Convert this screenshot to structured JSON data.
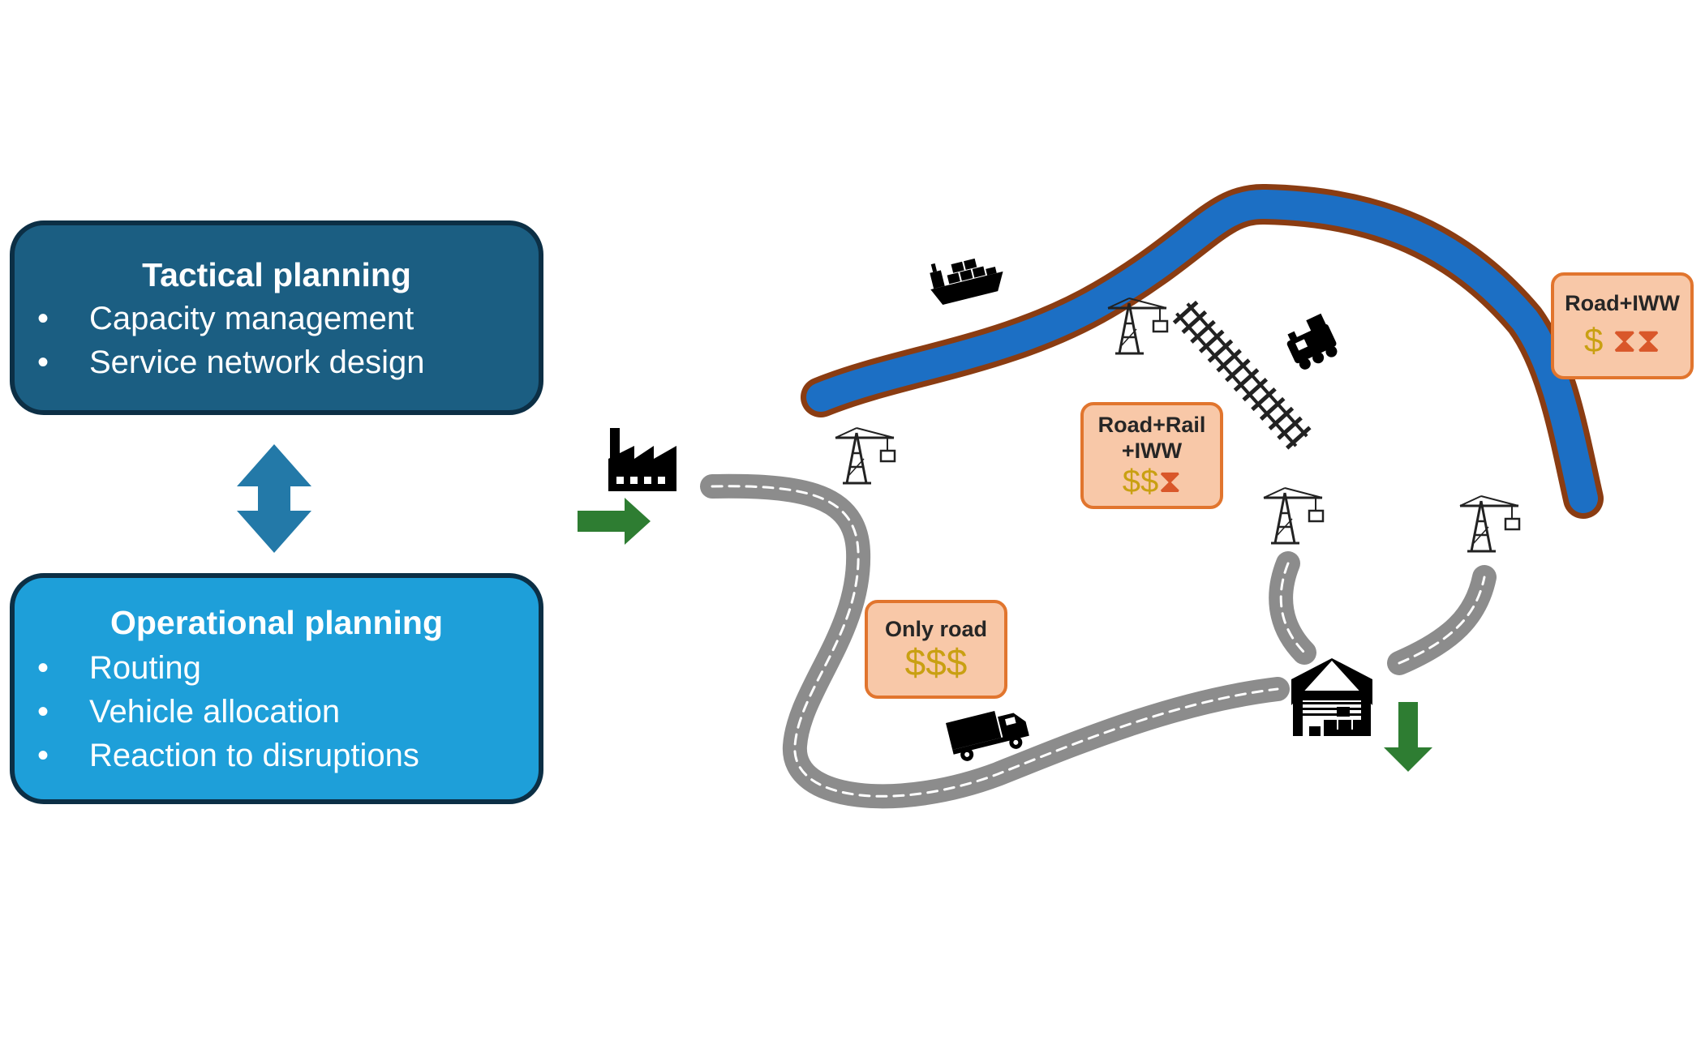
{
  "tactical": {
    "title": "Tactical planning",
    "items": [
      "Capacity management",
      "Service network design"
    ]
  },
  "operational": {
    "title": "Operational planning",
    "items": [
      "Routing",
      "Vehicle allocation",
      "Reaction to disruptions"
    ]
  },
  "bullet_char": "•",
  "cost_boxes": {
    "only_road": {
      "label": "Only road",
      "dollars": "$$$",
      "hourglasses": ""
    },
    "road_rail_iww": {
      "label_line1": "Road+Rail",
      "label_line2": "+IWW",
      "dollars": "$$",
      "hourglasses": "⧗"
    },
    "road_iww": {
      "label": "Road+IWW",
      "dollars": "$",
      "hourglasses": "⧗⧗"
    }
  },
  "colors": {
    "tactical_fill": "#1b5e82",
    "operational_fill": "#1e9fd9",
    "box_border": "#0c2f45",
    "river": "#1c6fc4",
    "river_bank": "#8a3c12",
    "road": "#8c8c8c",
    "arrow_green": "#2e7d32",
    "double_arrow": "#2379a8",
    "cost_fill": "#f8c8a8",
    "cost_border": "#e1752e"
  },
  "icons": [
    "factory-icon",
    "ship-icon",
    "train-icon",
    "truck-icon",
    "warehouse-icon",
    "crane-icon",
    "railway-track-icon"
  ]
}
